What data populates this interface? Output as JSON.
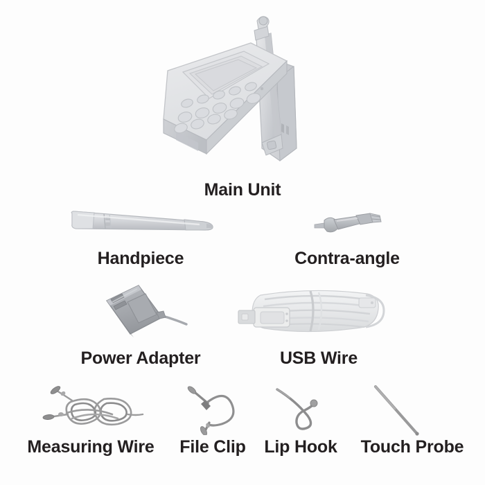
{
  "page": {
    "background_color": "#fdfdfd",
    "label_color": "#231f20",
    "product_light": "#e3e4e6",
    "product_mid": "#c9cbcf",
    "product_dark": "#a9abb0",
    "wire_gray": "#8a8a8a",
    "wire_dark": "#6f6f70"
  },
  "items": [
    {
      "id": "main-unit",
      "label": "Main Unit",
      "icon": "endo-motor-console-illustration"
    },
    {
      "id": "handpiece",
      "label": "Handpiece",
      "icon": "handpiece-illustration"
    },
    {
      "id": "contra-angle",
      "label": "Contra-angle",
      "icon": "contra-angle-head-illustration"
    },
    {
      "id": "power-adapter",
      "label": "Power Adapter",
      "icon": "power-adapter-illustration"
    },
    {
      "id": "usb-wire",
      "label": "USB Wire",
      "icon": "usb-cable-coil-illustration"
    },
    {
      "id": "measuring-wire",
      "label": "Measuring Wire",
      "icon": "measuring-wire-coil-illustration"
    },
    {
      "id": "file-clip",
      "label": "File Clip",
      "icon": "file-clip-illustration"
    },
    {
      "id": "lip-hook",
      "label": "Lip Hook",
      "icon": "lip-hook-illustration"
    },
    {
      "id": "touch-probe",
      "label": "Touch Probe",
      "icon": "touch-probe-illustration"
    }
  ]
}
